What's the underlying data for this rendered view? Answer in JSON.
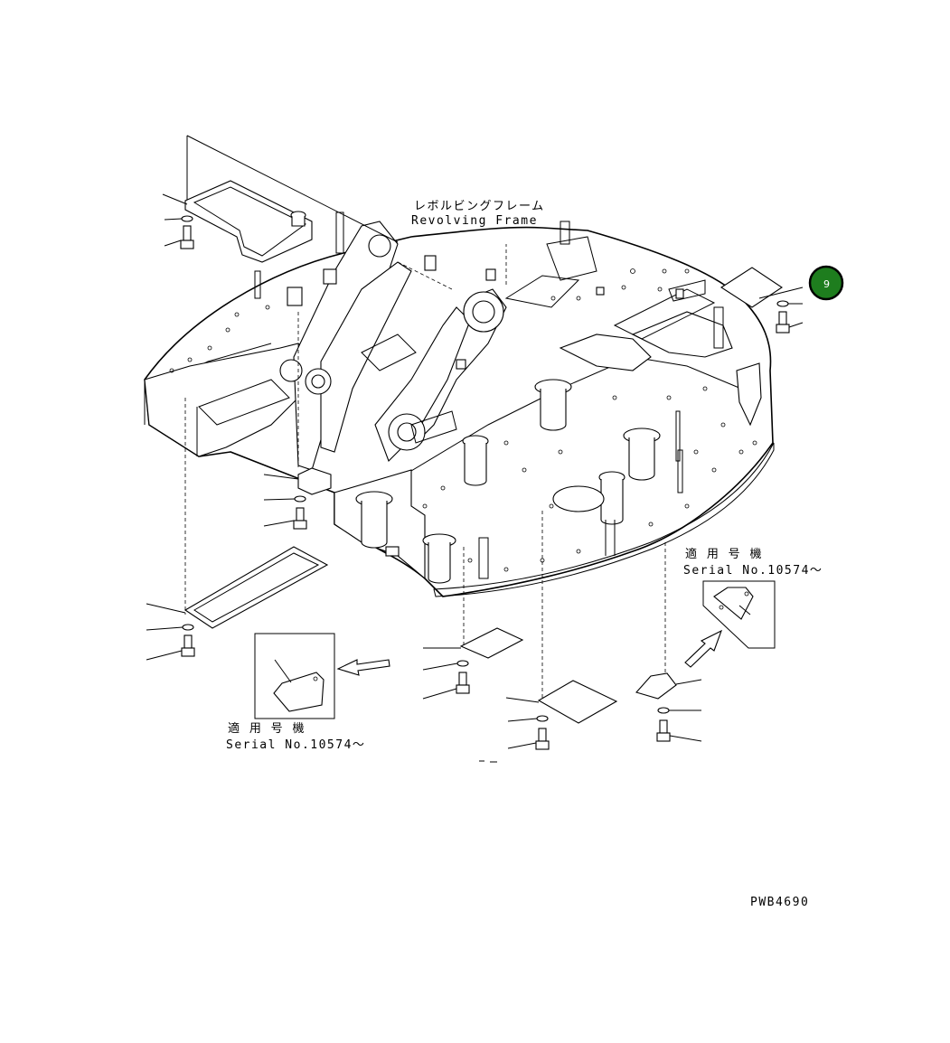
{
  "labels": {
    "frame_jp": "レボルビングフレーム",
    "frame_en": "Revolving Frame",
    "serial_right_jp": "適 用 号 機",
    "serial_right_en": "Serial No.10574～",
    "serial_left_jp": "適 用 号 機",
    "serial_left_en": "Serial No.10574～",
    "drawing_code": "PWB4690"
  },
  "callout": {
    "number": "9",
    "color": "#1e7d1e"
  }
}
